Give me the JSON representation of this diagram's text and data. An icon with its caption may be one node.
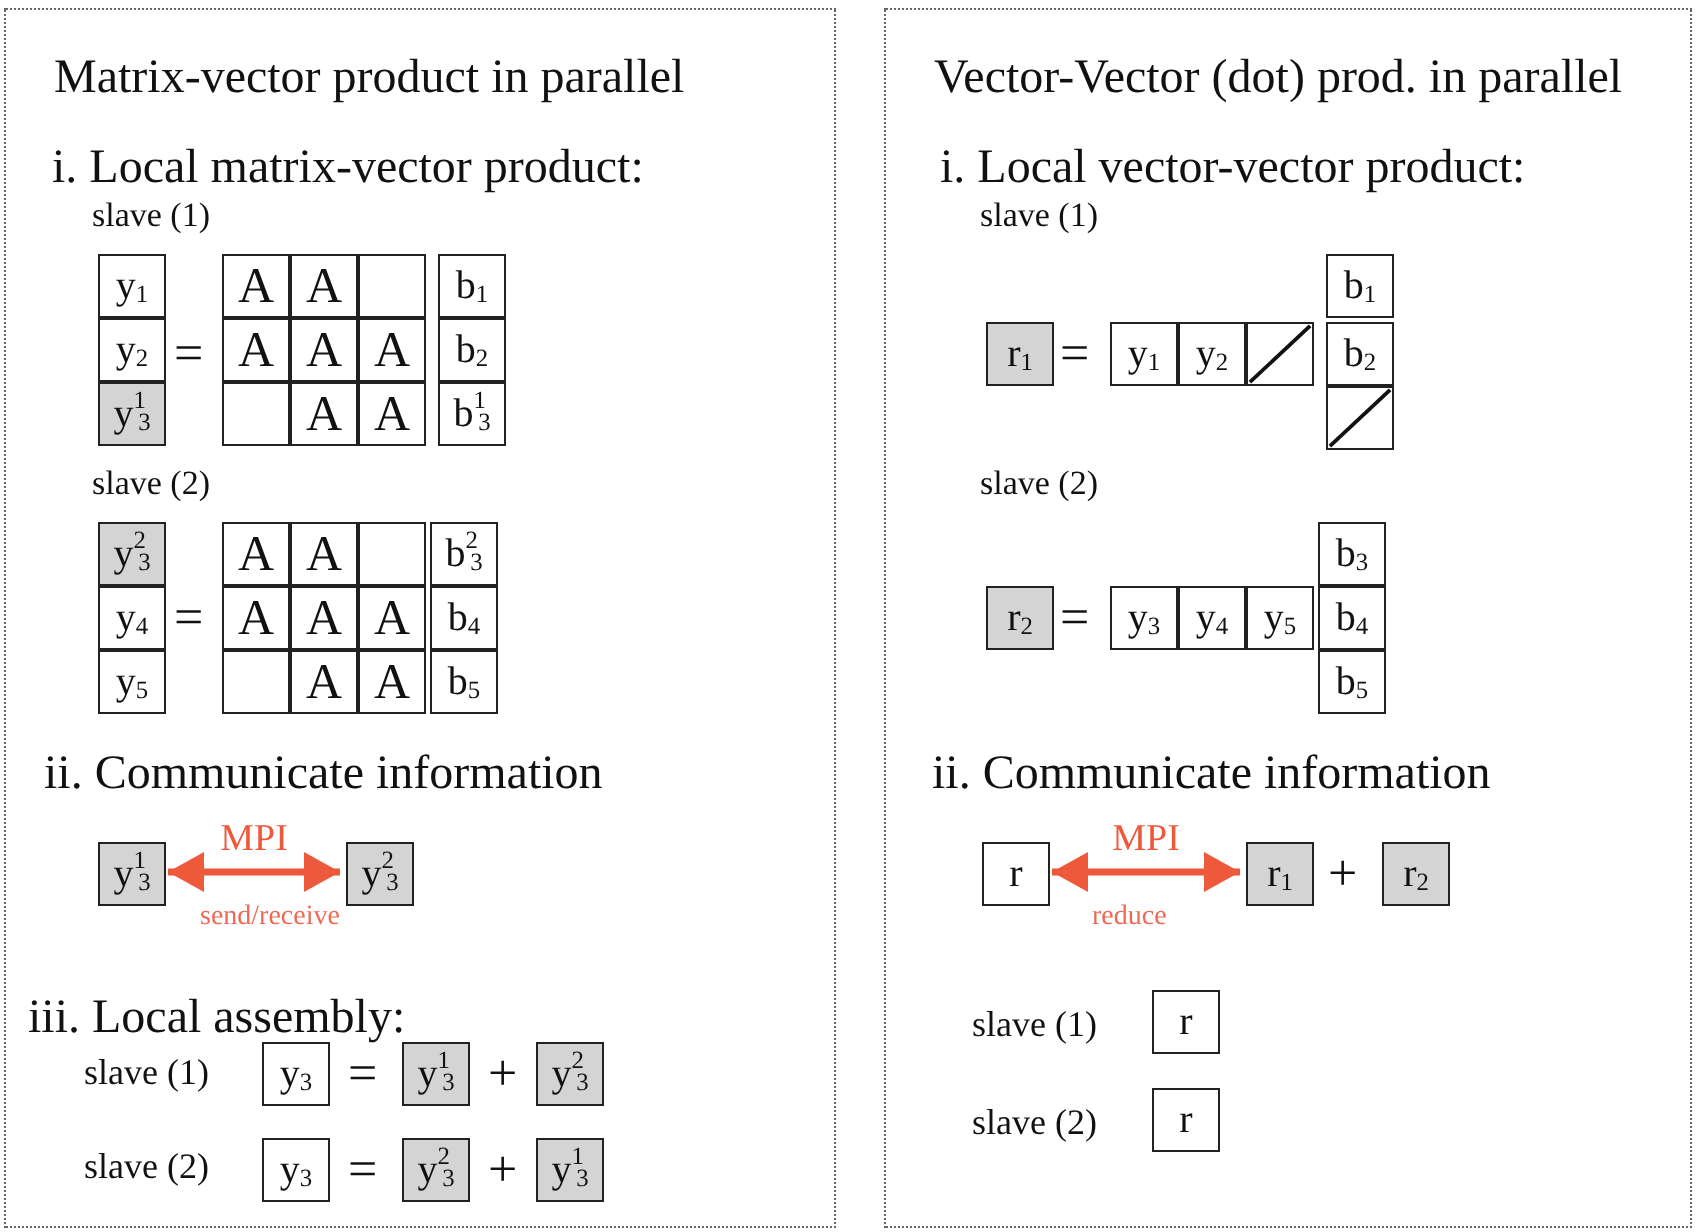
{
  "diagram": {
    "nodes": [
      {
        "text": [
          "Matrix-vector product in parallel"
        ]
      },
      {
        "text": [
          "y$_{1}$"
        ],
        "in": 0
      },
      {
        "text": [
          "A"
        ],
        "in": 0
      },
      {
        "text": [
          "A"
        ],
        "in": 0
      },
      {
        "text": [],
        "shape": "box",
        "in": 0
      },
      {
        "text": [
          "b$_{1}$"
        ],
        "in": 0
      },
      {
        "text": [
          "y$_{2}$"
        ],
        "in": 0
      },
      {
        "text": [
          "A"
        ],
        "in": 0
      },
      {
        "text": [
          "A"
        ],
        "in": 0
      },
      {
        "text": [
          "A"
        ],
        "in": 0
      },
      {
        "text": [
          "b$_{2}$"
        ],
        "in": 0
      },
      {
        "text": [
          "y$^{1}$$_{3}$"
        ],
        "in": 0
      },
      {
        "text": [],
        "shape": "box",
        "in": 0
      },
      {
        "text": [
          "A"
        ],
        "in": 0
      },
      {
        "text": [
          "A"
        ],
        "in": 0
      },
      {
        "text": [
          "b$^{1}$$_{3}$"
        ],
        "in": 0
      },
      {
        "text": [
          "y$^{2}$$_{3}$"
        ],
        "in": 0
      },
      {
        "text": [
          "A"
        ],
        "in": 0
      },
      {
        "text": [
          "A"
        ],
        "in": 0
      },
      {
        "text": [],
        "shape": "box",
        "in": 0
      },
      {
        "text": [
          "b$^{2}$$_{3}$"
        ],
        "in": 0
      },
      {
        "text": [
          "y$_{4}$"
        ],
        "in": 0
      },
      {
        "text": [
          "A"
        ],
        "in": 0
      },
      {
        "text": [
          "A"
        ],
        "in": 0
      },
      {
        "text": [
          "A"
        ],
        "in": 0
      },
      {
        "text": [
          "b$_{4}$"
        ],
        "in": 0
      },
      {
        "text": [
          "y$_{5}$"
        ],
        "in": 0
      },
      {
        "text": [],
        "shape": "box",
        "in": 0
      },
      {
        "text": [
          "A"
        ],
        "in": 0
      },
      {
        "text": [
          "A"
        ],
        "in": 0
      },
      {
        "text": [
          "b$_{5}$"
        ],
        "in": 0
      },
      {
        "text": [
          "y$^{1}$$_{3}$"
        ],
        "in": 0
      },
      {
        "text": [
          "y$^{2}$$_{3}$"
        ],
        "in": 0
      },
      {
        "text": [
          "y$_{3}$"
        ],
        "in": 0
      },
      {
        "text": [
          "y$^{1}$$_{3}$"
        ],
        "in": 0
      },
      {
        "text": [
          "y$^{2}$$_{3}$"
        ],
        "in": 0
      },
      {
        "text": [
          "y$_{3}$"
        ],
        "in": 0
      },
      {
        "text": [
          "y$^{2}$$_{3}$"
        ],
        "in": 0
      },
      {
        "text": [
          "y$^{1}$$_{3}$"
        ],
        "in": 0
      },
      {
        "text": [
          "Vector-Vector (dot) prod. in parallel"
        ]
      },
      {
        "text": [
          "b$_{1}$"
        ],
        "in": 39
      },
      {
        "text": [
          "r$_{1}$"
        ],
        "in": 39
      },
      {
        "text": [
          "y$_{1}$"
        ],
        "in": 39
      },
      {
        "text": [
          "y$_{2}$"
        ],
        "in": 39
      },
      {
        "text": [],
        "shape": "box",
        "in": 39
      },
      {
        "text": [
          "b$_{2}$"
        ],
        "in": 39
      },
      {
        "text": [],
        "shape": "box",
        "in": 39
      },
      {
        "text": [
          "b$_{3}$"
        ],
        "in": 39
      },
      {
        "text": [
          "r$_{2}$"
        ],
        "in": 39
      },
      {
        "text": [
          "y$_{3}$"
        ],
        "in": 39
      },
      {
        "text": [
          "y$_{4}$"
        ],
        "in": 39
      },
      {
        "text": [
          "y$_{5}$"
        ],
        "in": 39
      },
      {
        "text": [
          "b$_{4}$"
        ],
        "in": 39
      },
      {
        "text": [
          "b$_{5}$"
        ],
        "in": 39
      },
      {
        "text": [
          "r"
        ],
        "in": 39
      },
      {
        "text": [
          "r$_{1}$"
        ],
        "in": 39
      },
      {
        "text": [
          "r$_{2}$"
        ],
        "in": 39
      },
      {
        "text": [
          "r"
        ],
        "in": 39
      },
      {
        "text": [
          "r"
        ],
        "in": 39
      }
    ],
    "edges": [
      {
        "from": 31,
        "to": 32,
        "arrow": "both",
        "label": "MPI",
        "color": "#ee583b"
      },
      {
        "from": 54,
        "to": 55,
        "arrow": "both",
        "label": "MPI",
        "color": "#ee583b"
      }
    ],
    "labels": [
      "i. Local matrix-vector product:",
      "slave (1)",
      "=",
      "slave (2)",
      "=",
      "ii. Communicate information",
      "send/receive",
      "iii. Local assembly:",
      "slave (1)",
      "=",
      "+",
      "slave (2)",
      "=",
      "+",
      "i. Local vector-vector product:",
      "slave (1)",
      "=",
      "slave (2)",
      "=",
      "ii. Communicate information",
      "+",
      "reduce",
      "slave (1)",
      "slave (2)"
    ]
  }
}
